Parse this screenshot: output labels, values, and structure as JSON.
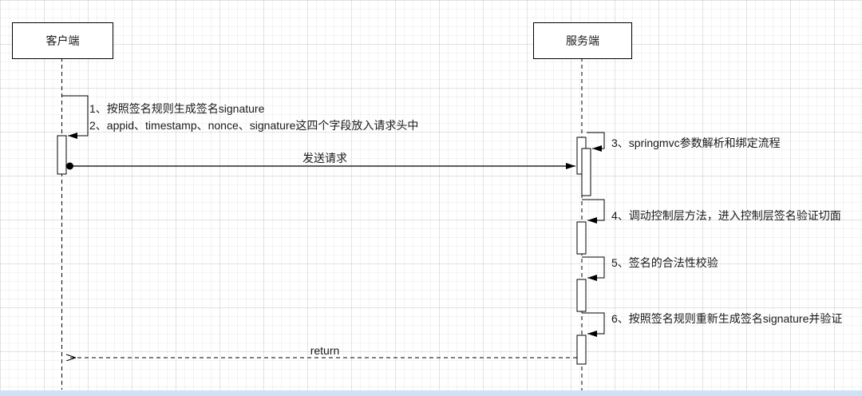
{
  "diagram": {
    "type": "sequence-diagram",
    "stroke_color": "#000000",
    "background_color": "#ffffff",
    "scrollbar_color": "#cfe2f5"
  },
  "actors": [
    {
      "id": "client",
      "label": "客户端"
    },
    {
      "id": "server",
      "label": "服务端"
    }
  ],
  "notes": {
    "client_step1": "1、按照签名规则生成签名signature",
    "client_step2": "2、appid、timestamp、nonce、signature这四个字段放入请求头中"
  },
  "messages": {
    "send_request": "发送请求",
    "server_step3": "3、springmvc参数解析和绑定流程",
    "server_step4": "4、调动控制层方法，进入控制层签名验证切面",
    "server_step5": "5、签名的合法性校验",
    "server_step6": "6、按照签名规则重新生成签名signature并验证",
    "return_label": "return"
  }
}
